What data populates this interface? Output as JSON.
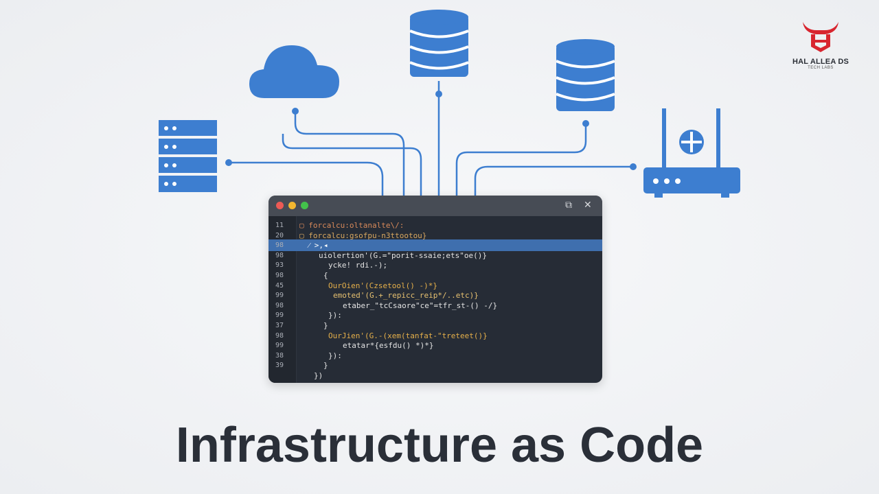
{
  "title": "Infrastructure as Code",
  "logo": {
    "name": "HAL ALLEA DS",
    "sub": "TECH LABS",
    "color": "#d8252f"
  },
  "colors": {
    "accent": "#3d7ed0",
    "editor_bg": "#262c36",
    "titlebar": "#474c55",
    "highlight": "#3f6fae"
  },
  "icons": [
    "server-rack-icon",
    "cloud-icon",
    "database-icon",
    "database-icon",
    "router-icon"
  ],
  "editor": {
    "buttons": [
      "close",
      "minimize",
      "maximize"
    ],
    "lines": [
      {
        "num": "11",
        "text": "▢ forcalcu:oltanalte\\/:",
        "color": "#d98a5a",
        "indent": 0
      },
      {
        "num": "20",
        "text": "▢ forcalcu:gsofpu-n3ttootou}",
        "color": "#d9a860",
        "indent": 0
      },
      {
        "num": "98",
        "text": "  ⁄ >,◂",
        "color": "#ffffff",
        "indent": 0,
        "highlight": true
      },
      {
        "num": "98",
        "text": "uiolertion'(G.=\"porit-ssaie;ets\"oe()}",
        "color": "#e3e3e3",
        "indent": 4
      },
      {
        "num": "93",
        "text": "ycke! rdi.-);",
        "color": "#e3e3e3",
        "indent": 6
      },
      {
        "num": "98",
        "text": "{",
        "color": "#e3e3e3",
        "indent": 5
      },
      {
        "num": "45",
        "text": "OurOien'(Czsetool() -)*}",
        "color": "#e6b04a",
        "indent": 6
      },
      {
        "num": "99",
        "text": "emoted'(G.+_repicc_reip*/..etc)}",
        "color": "#e6c070",
        "indent": 7
      },
      {
        "num": "98",
        "text": "etaber_\"tcCsaore\"ce\"=tfr_st-() -/}",
        "color": "#e3e3e3",
        "indent": 9
      },
      {
        "num": "99",
        "text": "}):",
        "color": "#e3e3e3",
        "indent": 6
      },
      {
        "num": "37",
        "text": "}",
        "color": "#e3e3e3",
        "indent": 5
      },
      {
        "num": "98",
        "text": "OurJien'(G.-(xem(tanfat-\"treteet()}",
        "color": "#e6b04a",
        "indent": 6
      },
      {
        "num": "99",
        "text": "etatar*{esfdu() *)*}",
        "color": "#e3e3e3",
        "indent": 9
      },
      {
        "num": "38",
        "text": "}):",
        "color": "#e3e3e3",
        "indent": 6
      },
      {
        "num": "39",
        "text": "}",
        "color": "#e3e3e3",
        "indent": 5
      },
      {
        "num": "",
        "text": "})",
        "color": "#e3e3e3",
        "indent": 3
      }
    ]
  }
}
